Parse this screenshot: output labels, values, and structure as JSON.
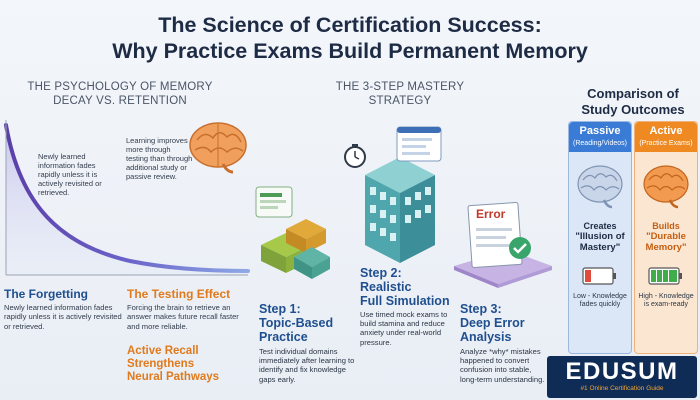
{
  "title": {
    "line1": "The Science of Certification Success:",
    "line2": "Why Practice Exams Build Permanent Memory"
  },
  "psychology": {
    "heading_line1": "THE PSYCHOLOGY OF MEMORY",
    "heading_line2": "DECAY VS. RETENTION",
    "curve_note": "Newly learned information fades rapidly unless it is actively revisited or retrieved.",
    "brain_note": "Learning improves more through testing than through additional study or passive review.",
    "forgetting_title": "The Forgetting",
    "forgetting_desc": "Newly learned information fades rapidly unless it is actively revisited or retrieved.",
    "testing_title": "The Testing Effect",
    "testing_desc": "Forcing the brain to retrieve an answer makes future recall faster and more reliable.",
    "recall_line1": "Active Recall",
    "recall_line2": "Strengthens",
    "recall_line3": "Neural Pathways"
  },
  "mastery": {
    "heading_line1": "THE 3-STEP MASTERY",
    "heading_line2": "STRATEGY",
    "step1_line1": "Step 1:",
    "step1_line2": "Topic-Based",
    "step1_line3": "Practice",
    "step1_desc": "Test individual domains immediately after learning to identify and fix knowledge gaps early.",
    "step2_line1": "Step 2:",
    "step2_line2": "Realistic",
    "step2_line3": "Full Simulation",
    "step2_desc": "Use timed mock exams to build stamina and reduce anxiety under real-world pressure.",
    "step3_line1": "Step 3:",
    "step3_line2": "Deep Error",
    "step3_line3": "Analysis",
    "step3_desc": "Analyze *why* mistakes happened to convert confusion into stable, long-term understanding.",
    "error_label": "Error"
  },
  "comparison": {
    "title_line1": "Comparison of",
    "title_line2": "Study Outcomes",
    "passive": {
      "label": "Passive",
      "sub": "(Reading/Videos)",
      "creates": "Creates",
      "mastery": "\"Illusion of Mastery\"",
      "outcome_line1": "Low - Knowledge",
      "outcome_line2": "fades quickly",
      "color": "#3a7bd5"
    },
    "active": {
      "label": "Active",
      "sub": "(Practice Exams)",
      "creates": "Builds",
      "mastery": "\"Durable Memory\"",
      "outcome_line1": "High - Knowledge",
      "outcome_line2": "is exam-ready",
      "color": "#ef8a22"
    }
  },
  "brand": {
    "name": "EDUSUM",
    "tagline": "#1 Online Certification Guide"
  },
  "colors": {
    "accent_orange": "#e07a1c",
    "accent_blue": "#2a6fc9",
    "navy": "#0f2c57"
  }
}
